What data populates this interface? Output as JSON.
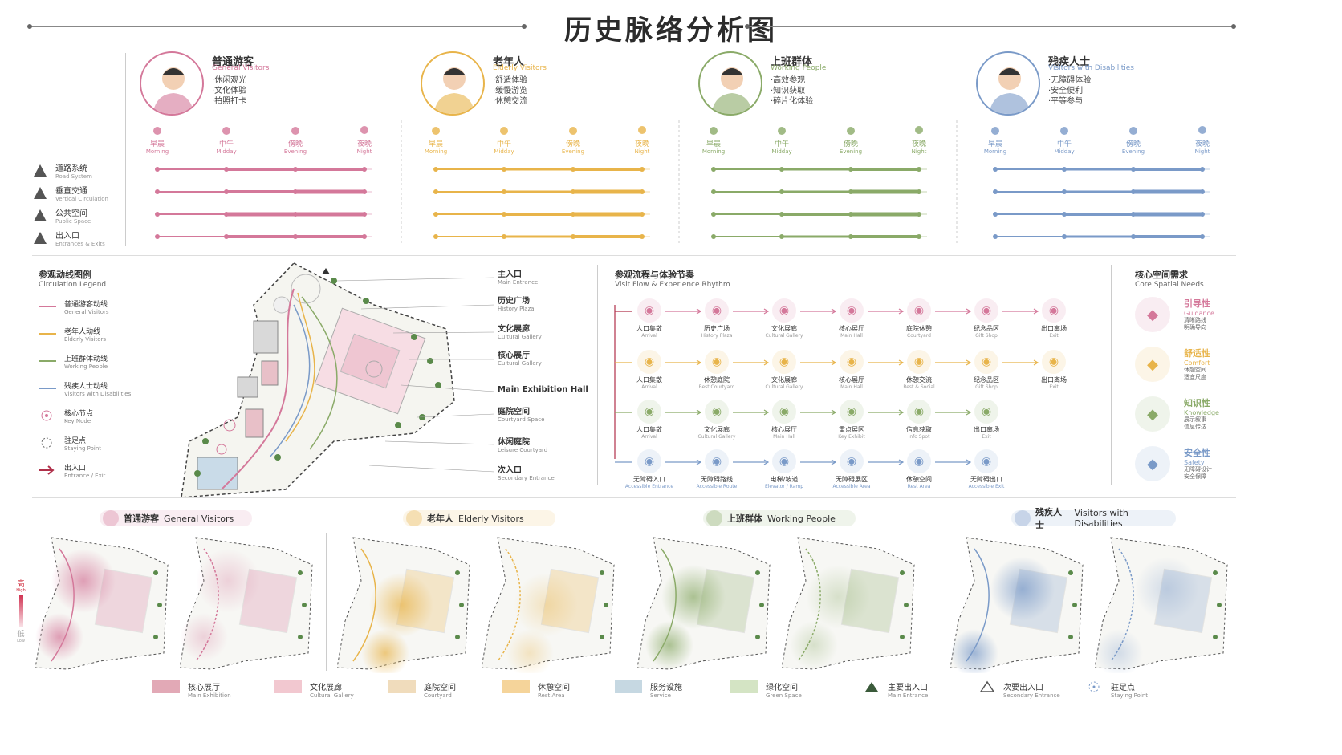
{
  "title": "历史脉络分析图",
  "times": [
    {
      "cn": "早晨",
      "en": "Morning"
    },
    {
      "cn": "中午",
      "en": "Midday"
    },
    {
      "cn": "傍晚",
      "en": "Evening"
    },
    {
      "cn": "夜晚",
      "en": "Night"
    }
  ],
  "rows": [
    {
      "cn": "道路系统",
      "en": "Road System"
    },
    {
      "cn": "垂直交通",
      "en": "Vertical Circulation"
    },
    {
      "cn": "公共空间",
      "en": "Public Space"
    },
    {
      "cn": "出入口",
      "en": "Entrances & Exits"
    }
  ],
  "personas": [
    {
      "cn": "普通游客",
      "en": "General Visitors",
      "color": "#d4789a",
      "needs": [
        "·休闲观光",
        "·文化体验",
        "·拍照打卡"
      ]
    },
    {
      "cn": "老年人",
      "en": "Elderly Visitors",
      "color": "#e8b44a",
      "needs": [
        "·舒适体验",
        "·缓慢游览",
        "·休憩交流"
      ]
    },
    {
      "cn": "上班群体",
      "en": "Working People",
      "color": "#8aaa68",
      "needs": [
        "·高效参观",
        "·知识获取",
        "·碎片化体验"
      ]
    },
    {
      "cn": "残疾人士",
      "en": "Visitors with Disabilities",
      "color": "#7a9ac8",
      "needs": [
        "·无障碍体验",
        "·安全便利",
        "·平等参与"
      ]
    }
  ],
  "legend": {
    "title": "参观动线图例",
    "title_en": "Circulation Legend",
    "items": [
      {
        "cn": "普通游客动线",
        "en": "General Visitors"
      },
      {
        "cn": "老年人动线",
        "en": "Elderly Visitors"
      },
      {
        "cn": "上班群体动线",
        "en": "Working People"
      },
      {
        "cn": "残疾人士动线",
        "en": "Visitors with Disabilities"
      },
      {
        "cn": "核心节点",
        "en": "Key Node"
      },
      {
        "cn": "驻足点",
        "en": "Staying Point"
      },
      {
        "cn": "出入口",
        "en": "Entrance / Exit"
      }
    ]
  },
  "map_labels": [
    {
      "cn": "主入口",
      "en": "Main Entrance"
    },
    {
      "cn": "历史广场",
      "en": "History Plaza"
    },
    {
      "cn": "文化展廊",
      "en": "Cultural Gallery"
    },
    {
      "cn": "核心展厅",
      "en": "Cultural Gallery"
    },
    {
      "cn": "Main Exhibition Hall",
      "en": ""
    },
    {
      "cn": "庭院空间",
      "en": "Courtyard Space"
    },
    {
      "cn": "休闲庭院",
      "en": "Leisure Courtyard"
    },
    {
      "cn": "次入口",
      "en": "Secondary Entrance"
    }
  ],
  "flow": {
    "title": "参观流程与体验节奏",
    "title_en": "Visit Flow & Experience Rhythm",
    "rows": [
      [
        {
          "cn": "人口集散",
          "en": "Arrival"
        },
        {
          "cn": "历史广场",
          "en": "History Plaza"
        },
        {
          "cn": "文化展廊",
          "en": "Cultural Gallery"
        },
        {
          "cn": "核心展厅",
          "en": "Main Hall"
        },
        {
          "cn": "庭院休憩",
          "en": "Courtyard"
        },
        {
          "cn": "纪念品区",
          "en": "Gift Shop"
        },
        {
          "cn": "出口离场",
          "en": "Exit"
        }
      ],
      [
        {
          "cn": "人口集散",
          "en": "Arrival"
        },
        {
          "cn": "休憩庭院",
          "en": "Rest Courtyard"
        },
        {
          "cn": "文化展廊",
          "en": "Cultural Gallery"
        },
        {
          "cn": "核心展厅",
          "en": "Main Hall"
        },
        {
          "cn": "休憩交流",
          "en": "Rest & Social"
        },
        {
          "cn": "纪念品区",
          "en": "Gift Shop"
        },
        {
          "cn": "出口离场",
          "en": "Exit"
        }
      ],
      [
        {
          "cn": "人口集散",
          "en": "Arrival"
        },
        {
          "cn": "文化展廊",
          "en": "Cultural Gallery"
        },
        {
          "cn": "核心展厅",
          "en": "Main Hall"
        },
        {
          "cn": "重点展区",
          "en": "Key Exhibit"
        },
        {
          "cn": "信息获取",
          "en": "Info Spot"
        },
        {
          "cn": "出口离场",
          "en": "Exit"
        }
      ],
      [
        {
          "cn": "无障碍入口",
          "en": "Accessible Entrance"
        },
        {
          "cn": "无障碍路线",
          "en": "Accessible Route"
        },
        {
          "cn": "电梯/坡道",
          "en": "Elevator / Ramp"
        },
        {
          "cn": "无障碍展区",
          "en": "Accessible Area"
        },
        {
          "cn": "休憩空间",
          "en": "Rest Area"
        },
        {
          "cn": "无障碍出口",
          "en": "Accessible Exit"
        }
      ]
    ]
  },
  "needs": {
    "title": "核心空间需求",
    "title_en": "Core Spatial Needs",
    "items": [
      {
        "cn": "引导性",
        "en": "Guidance",
        "d": [
          "清晰路线",
          "明确导向"
        ],
        "color": "#d4789a"
      },
      {
        "cn": "舒适性",
        "en": "Comfort",
        "d": [
          "休憩空间",
          "适宜尺度"
        ],
        "color": "#e8b44a"
      },
      {
        "cn": "知识性",
        "en": "Knowledge",
        "d": [
          "展示叙事",
          "信息传达"
        ],
        "color": "#8aaa68"
      },
      {
        "cn": "安全性",
        "en": "Safety",
        "d": [
          "无障碍设计",
          "安全保障"
        ],
        "color": "#7a9ac8"
      }
    ]
  },
  "heatmap": {
    "banners": [
      {
        "cn": "普通游客",
        "en": "General Visitors"
      },
      {
        "cn": "老年人",
        "en": "Elderly Visitors"
      },
      {
        "cn": "上班群体",
        "en": "Working People"
      },
      {
        "cn": "残疾人士",
        "en": "Visitors with Disabilities"
      }
    ],
    "scale_high": "高",
    "scale_high_en": "High",
    "scale_low": "低",
    "scale_low_en": "Low"
  },
  "bottom_legend": [
    {
      "cn": "核心展厅",
      "en": "Main Exhibition",
      "color": "#e2a9b6"
    },
    {
      "cn": "文化展廊",
      "en": "Cultural Gallery",
      "color": "#f2c8d0"
    },
    {
      "cn": "庭院空间",
      "en": "Courtyard",
      "color": "#f0dcbc"
    },
    {
      "cn": "休憩空间",
      "en": "Rest Area",
      "color": "#f5d49a"
    },
    {
      "cn": "服务设施",
      "en": "Service",
      "color": "#c6d8e2"
    },
    {
      "cn": "绿化空间",
      "en": "Green Space",
      "color": "#d4e4c4"
    },
    {
      "cn": "主要出入口",
      "en": "Main Entrance"
    },
    {
      "cn": "次要出入口",
      "en": "Secondary Entrance"
    },
    {
      "cn": "驻足点",
      "en": "Staying Point"
    }
  ]
}
